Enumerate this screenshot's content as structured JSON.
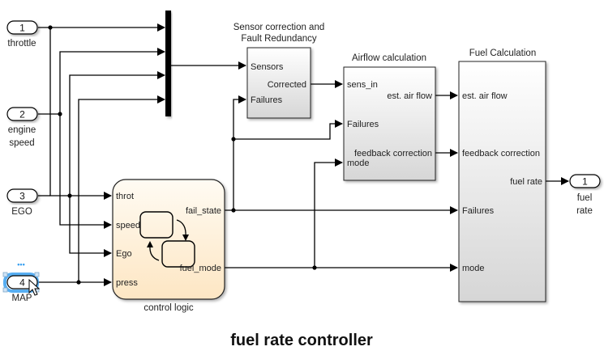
{
  "diagram_title": "fuel rate controller",
  "inports": [
    {
      "number": "1",
      "label_lines": [
        "throttle"
      ]
    },
    {
      "number": "2",
      "label_lines": [
        "engine",
        "speed"
      ]
    },
    {
      "number": "3",
      "label_lines": [
        "EGO"
      ]
    },
    {
      "number": "4",
      "label_lines": [
        "MAP"
      ],
      "selected": true,
      "more_indicator": "•••"
    }
  ],
  "outports": [
    {
      "number": "1",
      "label_lines": [
        "fuel",
        "rate"
      ]
    }
  ],
  "blocks": {
    "mux": {
      "type": "Mux"
    },
    "sensor": {
      "title_lines": [
        "Sensor correction and",
        "Fault Redundancy"
      ],
      "inputs": [
        "Sensors",
        "Failures"
      ],
      "outputs": [
        "Corrected"
      ]
    },
    "airflow": {
      "title": "Airflow calculation",
      "inputs": [
        "sens_in",
        "Failures",
        "mode"
      ],
      "outputs": [
        "est. air flow",
        "feedback correction"
      ]
    },
    "fuel": {
      "title": "Fuel  Calculation",
      "inputs": [
        "est. air flow",
        "feedback correction",
        "Failures",
        "mode"
      ],
      "outputs": [
        "fuel rate"
      ]
    },
    "control": {
      "title": "control logic",
      "type": "Stateflow Chart",
      "inputs": [
        "throt",
        "speed",
        "Ego",
        "press"
      ],
      "outputs": [
        "fail_state",
        "fuel_mode"
      ]
    }
  },
  "colors": {
    "selection": "#3aa0f0",
    "chart_fill_top": "#fffaf0",
    "chart_fill_bottom": "#fde9c8",
    "block_fill_top": "#ffffff",
    "block_fill_bottom": "#d9d9d9"
  }
}
